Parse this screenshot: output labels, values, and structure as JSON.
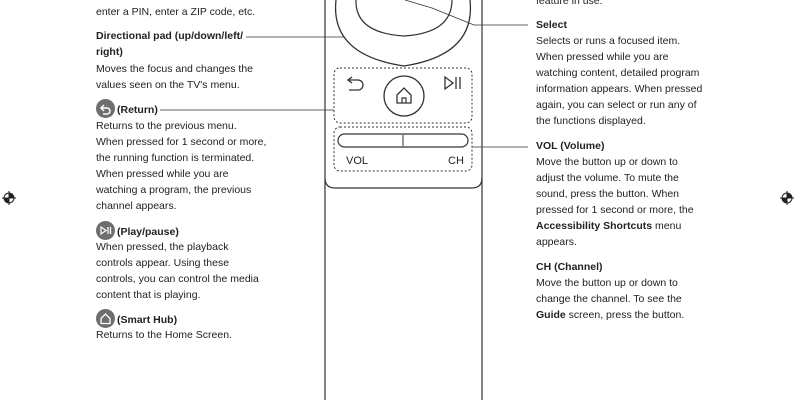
{
  "left": {
    "top_fragment": "enter a PIN, enter a ZIP code, etc.",
    "dpad": {
      "title_line1": "Directional pad (up/down/left/",
      "title_line2": "right)",
      "desc": [
        "Moves the focus and changes the",
        "values seen on the TV's menu."
      ]
    },
    "return": {
      "title": "(Return)",
      "icon": "return-icon",
      "desc": [
        "Returns to the previous menu.",
        "When pressed for 1 second or more,",
        "the running function is terminated.",
        "When pressed while you are",
        "watching a program, the previous",
        "channel appears."
      ]
    },
    "playpause": {
      "title": "(Play/pause)",
      "icon": "play-pause-icon",
      "desc": [
        "When pressed, the playback",
        "controls appear. Using these",
        "controls, you can control the media",
        "content that is playing."
      ]
    },
    "smarthub": {
      "title": "(Smart Hub)",
      "icon": "home-icon",
      "desc": [
        "Returns to the Home Screen."
      ]
    }
  },
  "right": {
    "top_fragment": "feature in use.",
    "select": {
      "title": "Select",
      "desc": [
        "Selects or runs a focused item.",
        "When pressed while you are",
        "watching content, detailed program",
        "information appears. When pressed",
        "again, you can select or run any of",
        "the functions displayed."
      ]
    },
    "vol": {
      "title": "VOL (Volume)",
      "desc1": [
        "Move the button up or down to",
        "adjust the volume. To mute the",
        "sound, press the button. When",
        "pressed for 1 second or more, the"
      ],
      "desc_bold": "Accessibility Shortcuts",
      "desc_after_bold": " menu",
      "desc2": [
        "appears."
      ]
    },
    "ch": {
      "title": "CH (Channel)",
      "desc1": [
        "Move the button up or down to",
        "change the channel. To see the"
      ],
      "desc_bold": "Guide",
      "desc_after_bold": " screen, press the button."
    }
  },
  "remote": {
    "vol_label": "VOL",
    "ch_label": "CH"
  },
  "colors": {
    "text": "#222222",
    "line": "#333333",
    "icon_bg": "#6e6e6e"
  }
}
